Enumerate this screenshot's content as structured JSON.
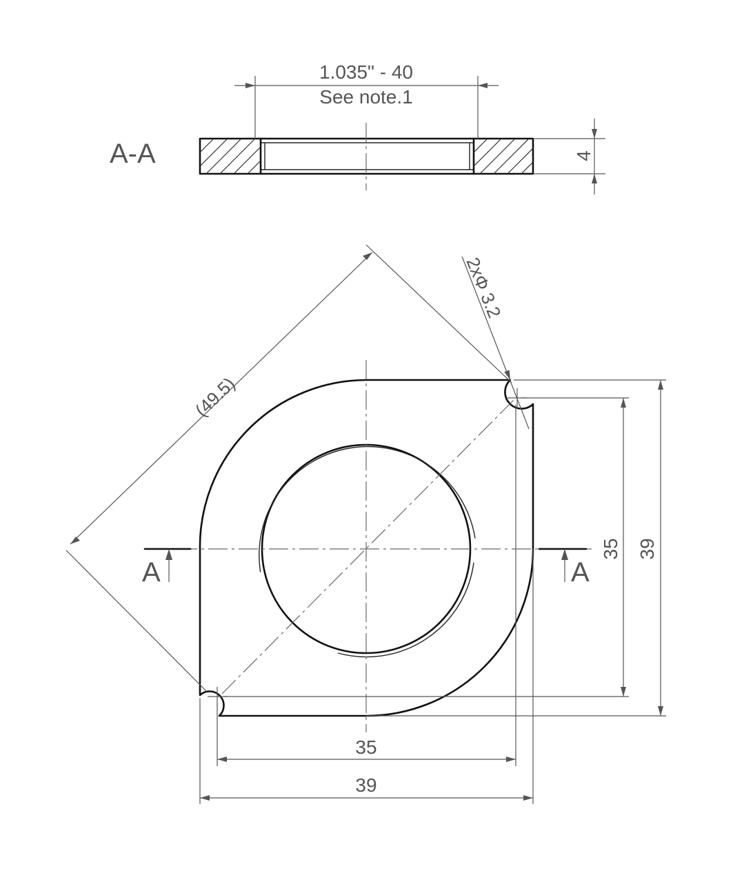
{
  "section": {
    "title": "A-A",
    "thread_label_1": "1.035\" - 40",
    "thread_label_2": "See note.1",
    "thickness": "4"
  },
  "plan": {
    "diagonal": "(49.5)",
    "holes": "2xΦ 3.2",
    "hole_span_vertical": "35",
    "overall_vertical": "39",
    "hole_span_horizontal": "35",
    "overall_horizontal": "39",
    "cut_left": "A",
    "cut_right": "A"
  }
}
